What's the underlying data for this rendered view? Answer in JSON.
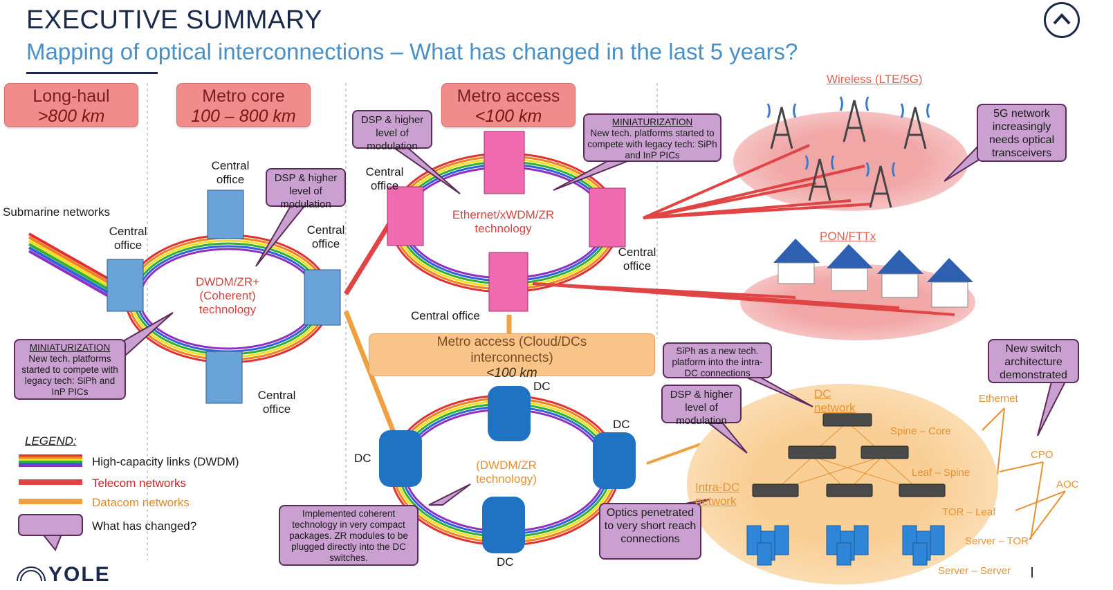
{
  "header": {
    "title": "EXECUTIVE SUMMARY",
    "subtitle": "Mapping of optical interconnections – What has changed in the last 5 years?"
  },
  "zones": {
    "long_haul": {
      "name": "Long-haul",
      "distance": ">800 km"
    },
    "metro_core": {
      "name": "Metro core",
      "distance": "100 – 800 km"
    },
    "metro_access": {
      "name": "Metro access",
      "distance": "<100 km"
    },
    "cloud": {
      "name": "Metro access (Cloud/DCs interconnects)",
      "distance": "<100 km"
    }
  },
  "callouts": {
    "dsp_core": "DSP & higher level of modulation",
    "dsp_access": "DSP & higher level of modulation",
    "dsp_dc": "DSP & higher level of modulation",
    "mini_access_title": "MINIATURIZATION",
    "mini_access_body": "New tech. platforms started to compete with legacy tech: SiPh and InP PICs",
    "mini_core_title": "MINIATURIZATION",
    "mini_core_body": "New tech. platforms started to compete with legacy tech: SiPh and InP PICs",
    "fiveg": "5G network increasingly needs optical transceivers",
    "siph": "SiPh as a new tech. platform into the intra-DC connections",
    "switch": "New switch architecture demonstrated",
    "coherent": "Implemented coherent technology in very compact packages. ZR modules to be plugged directly into the DC switches.",
    "optics": "Optics penetrated to very short reach connections"
  },
  "labels": {
    "submarine": "Submarine networks",
    "central_office": "Central office",
    "dwdm_core": "DWDM/ZR+ (Coherent) technology",
    "ethernet_tech": "Ethernet/xWDM/ZR technology",
    "dwdm_dc": "(DWDM/ZR technology)",
    "dc": "DC",
    "wireless": "Wireless (LTE/5G)",
    "pon": "PON/FTTx",
    "dc_network": "DC network",
    "intra_dc": "Intra-DC network",
    "spine_core": "Spine – Core",
    "leaf_spine": "Leaf –  Spine",
    "tor_leaf": "TOR – Leaf",
    "server_tor": "Server – TOR",
    "server_server": "Server – Server",
    "ethernet": "Ethernet",
    "cpo": "CPO",
    "aoc": "AOC"
  },
  "legend": {
    "title": "LEGEND:",
    "items": [
      {
        "label": "High-capacity links (DWDM)"
      },
      {
        "label": "Telecom networks"
      },
      {
        "label": "Datacom networks"
      },
      {
        "label": "What has changed?"
      }
    ]
  },
  "logo": "YOLE",
  "colors": {
    "navy": "#1b2a4a",
    "subtitle_blue": "#4a90c8",
    "telecom_red": "#e04444",
    "datacom_orange": "#f0a040",
    "callout_purple": "#c9a0d0",
    "zone_pink": "#f08c8c",
    "cloud_orange": "#f8c48a"
  }
}
